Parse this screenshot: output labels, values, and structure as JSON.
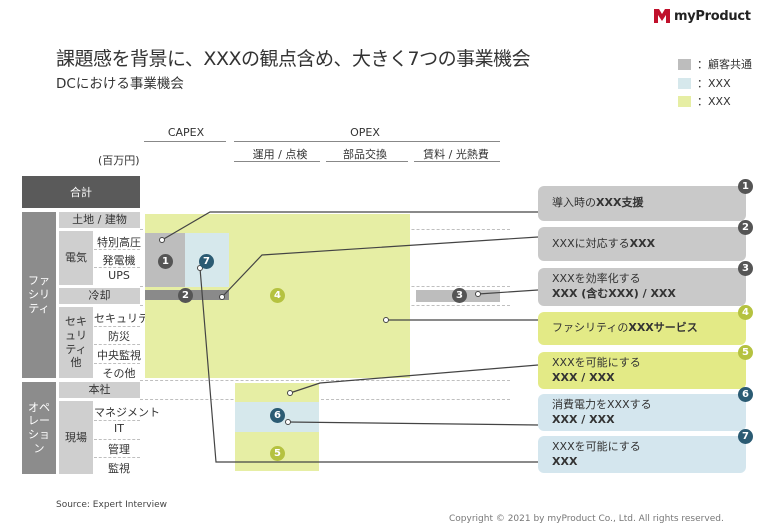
{
  "brand": {
    "logo_text": "myProduct",
    "logo_color": "#c0102b"
  },
  "title": "課題感を背景に、XXXの観点含め、大きく7つの事業機会",
  "subtitle": "DCにおける事業機会",
  "legend": [
    {
      "color": "#bdbdbd",
      "label": "：顧客共通"
    },
    {
      "color": "#d6e8ec",
      "label": "：XXX"
    },
    {
      "color": "#e6eea4",
      "label": "：XXX"
    }
  ],
  "columns": {
    "capex": "CAPEX",
    "opex": "OPEX",
    "opex_sub": [
      "運用 / 点検",
      "部品交換",
      "賃料 / 光熱費"
    ]
  },
  "unit": "(百万円)",
  "rows": {
    "total": "合計",
    "facility": "ファシリティ",
    "denki": "電気",
    "sekyuriti_group": "セキュリティ他",
    "operation": "オペレーション",
    "genba": "現場",
    "items": [
      "土地 / 建物",
      "特別高圧",
      "発電機",
      "UPS",
      "冷却",
      "セキュリティ",
      "防災",
      "中央監視",
      "その他",
      "本社",
      "マネジメント",
      "IT",
      "管理",
      "監視"
    ]
  },
  "markers": {
    "m1": "1",
    "m7": "7",
    "m2": "2",
    "m4": "4",
    "m3": "3",
    "m6": "6",
    "m5": "5"
  },
  "callouts": [
    {
      "num": "1",
      "line1": "導入時の",
      "bold1": "XXX支援",
      "line2": "",
      "color": "#c9c9c9"
    },
    {
      "num": "2",
      "line1": "XXXに対応する",
      "bold1": "XXX",
      "line2": "",
      "color": "#c9c9c9"
    },
    {
      "num": "3",
      "line1": "XXXを効率化する",
      "bold1": "",
      "line2": "XXX (含むXXX) / XXX",
      "color": "#c9c9c9"
    },
    {
      "num": "4",
      "line1": "ファシリティの",
      "bold1": "XXXサービス",
      "line2": "",
      "color": "#e3ea86"
    },
    {
      "num": "5",
      "line1": "XXXを可能にする",
      "bold1": "",
      "line2": "XXX / XXX",
      "color": "#e3ea86"
    },
    {
      "num": "6",
      "line1": "消費電力をXXXする",
      "bold1": "",
      "line2": "XXX / XXX",
      "color": "#d4e6ee"
    },
    {
      "num": "7",
      "line1": "XXXを可能にする",
      "bold1": "",
      "line2": "XXX",
      "color": "#d4e6ee"
    }
  ],
  "source": "Source: Expert Interview",
  "copyright": "Copyright © 2021 by myProduct Co., Ltd.  All rights reserved."
}
